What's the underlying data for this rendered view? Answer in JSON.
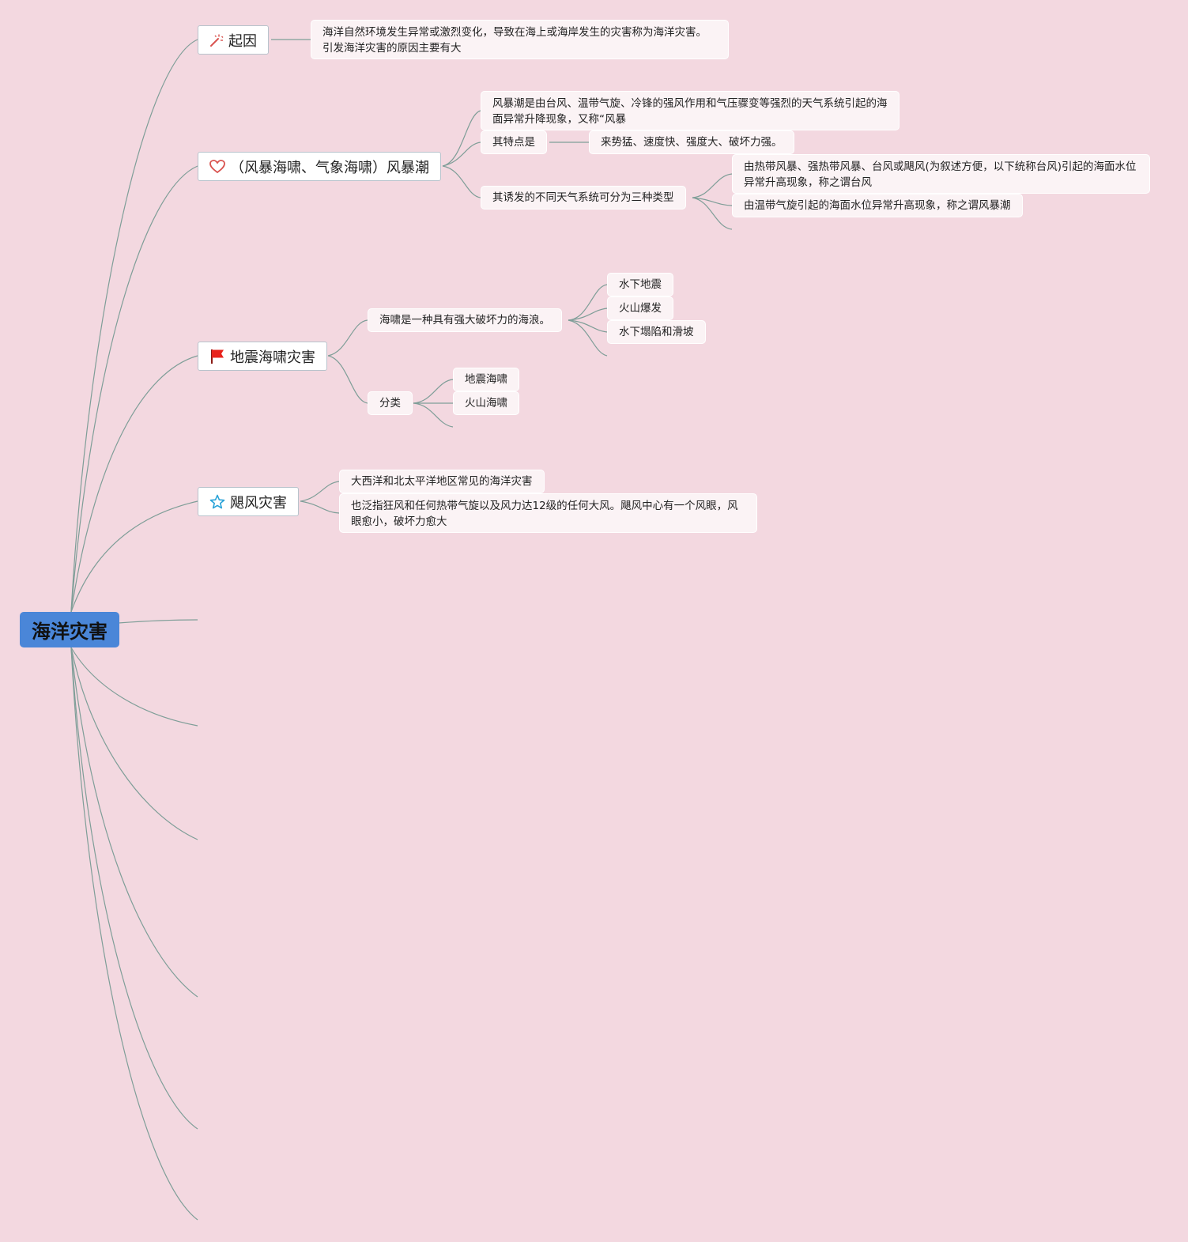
{
  "root": {
    "label": "海洋灾害"
  },
  "topics": {
    "cause": {
      "label": "起因",
      "icon": "magic-wand-icon",
      "detail": "海洋自然环境发生异常或激烈变化，导致在海上或海岸发生的灾害称为海洋灾害。 引发海洋灾害的原因主要有大"
    },
    "storm_surge": {
      "label": "（风暴海啸、气象海啸）风暴潮",
      "icon": "heart-icon",
      "definition": "风暴潮是由台风、温带气旋、冷锋的强风作用和气压骤变等强烈的天气系统引起的海面异常升降现象，又称“风暴",
      "features_label": "其特点是",
      "features_value": "来势猛、速度快、强度大、破坏力强。",
      "types_label": "其诱发的不同天气系统可分为三种类型",
      "types": [
        "由热带风暴、强热带风暴、台风或飓风(为叙述方便，以下统称台风)引起的海面水位异常升高现象，称之谓台风",
        "由温带气旋引起的海面水位异常升高现象，称之谓风暴潮"
      ]
    },
    "tsunami": {
      "label": "地震海啸灾害",
      "icon": "red-flag-icon",
      "definition": "海啸是一种具有强大破坏力的海浪。",
      "causes": [
        "水下地震",
        "火山爆发",
        "水下塌陷和滑坡"
      ],
      "classification_label": "分类",
      "classes": [
        "地震海啸",
        "火山海啸"
      ]
    },
    "hurricane": {
      "label": "飓风灾害",
      "icon": "star-icon",
      "notes": [
        "大西洋和北太平洋地区常见的海洋灾害",
        "也泛指狂风和任何热带气旋以及风力达12级的任何大风。飓风中心有一个风眼，风眼愈小，破坏力愈大"
      ]
    }
  },
  "colors": {
    "background": "#f3d8e0",
    "root": "#4a86d8",
    "connector": "#7f9e98",
    "heart": "#d9534f",
    "flag": "#e8231c",
    "star": "#2aa3d8"
  }
}
